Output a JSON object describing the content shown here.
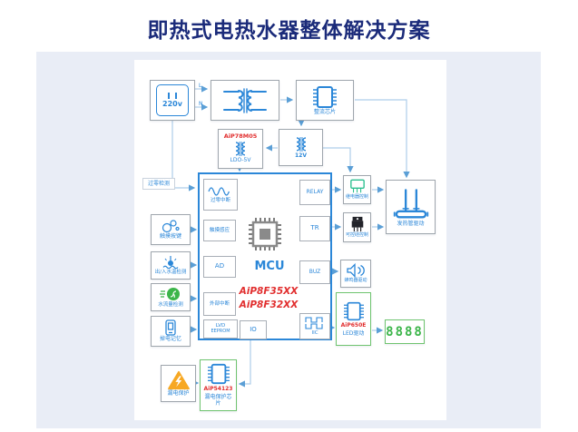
{
  "title": "即热式电热水器整体解决方案",
  "power": {
    "label": "220v",
    "wire_l": "L",
    "wire_n": "N"
  },
  "rectifier": {
    "label": "整流芯片"
  },
  "ldo": {
    "part": "AiP78M05",
    "label": "LDO-5V"
  },
  "v12": {
    "label": "12V"
  },
  "zero_cross": {
    "label": "过零检测"
  },
  "mcu": {
    "name": "MCU",
    "part1": "AiP8F35XX",
    "part2": "AiP8F32XX",
    "ports": {
      "zc": "过零中断",
      "touch": "触摸感应",
      "ad": "AD",
      "ext": "外部中断",
      "lvd": "LVD",
      "eeprom": "EEPROM",
      "relay": "RELAY",
      "tr": "TR",
      "buz": "BUZ",
      "iic": "IIC",
      "io": "IO"
    }
  },
  "left": {
    "touch_keys": "触摸按键",
    "water_temp": "出/入水温检测",
    "flow": "水流量检测",
    "memory": "掉电记忆",
    "leakage": "漏电保护"
  },
  "right": {
    "relay_ctrl": "继电器控制",
    "triac_ctrl": "可控硅控制",
    "buzzer": "蜂鸣器驱动",
    "heater": "发热管驱动"
  },
  "led": {
    "part": "AiP650E",
    "label": "LED驱动",
    "display": "8888"
  },
  "leakage_chip": {
    "part": "AiP54123",
    "label": "漏电保护芯片"
  },
  "colors": {
    "accent_blue": "#2b87d8",
    "part_red": "#e12e2e",
    "green": "#6fc46f",
    "title": "#1b2b7a"
  }
}
